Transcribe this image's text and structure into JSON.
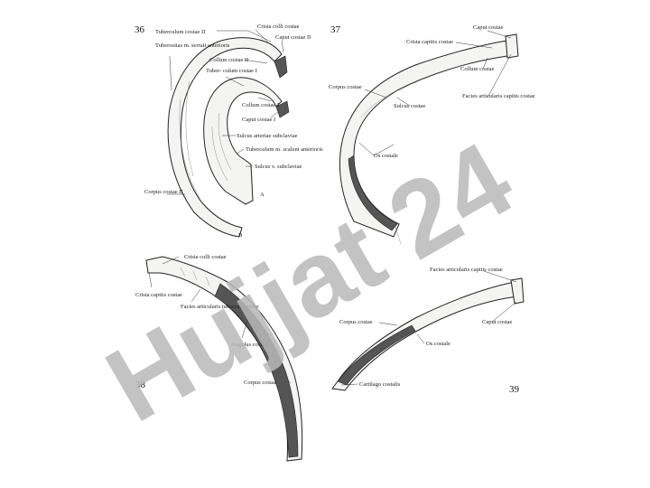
{
  "watermark": {
    "text": "Hujjat 24",
    "color_gray": "#b9b9b9",
    "color_violet": "#cfc6ef"
  },
  "figures": [
    {
      "number": "36",
      "labels": {
        "tuberculum_costae_2": "Tuberculum costae II",
        "crista_colli_costae": "Crista colli costae",
        "caput_costae_2": "Caput costae II",
        "tuberositas": "Tuberositas m. serrati anterioris",
        "collum_costae_2": "Collum costae II",
        "tuberculum_costae_1": "Tuber- culum costae I",
        "collum_costae_1": "Collum costae I",
        "caput_costae_1": "Caput costae I",
        "sulcus_a_subclaviae": "Sulcus arteriae subclaviae",
        "tuberculum_scaleni": "Tuberculum m. scaleni anterioris",
        "sulcus_v_subclaviae": "Sulcus v. subclaviae",
        "corpus_costae_2": "Corpus costae II",
        "letter_a": "A",
        "letter_b": "B"
      }
    },
    {
      "number": "37",
      "labels": {
        "caput_costae": "Caput costae",
        "crista_capitis_costae": "Crista capitis costae",
        "collum_costae": "Collum costae",
        "corpus_costae": "Corpus costae",
        "sulcus_costae": "Sulcus costae",
        "facies_articularis": "Facies articularis capitis costae",
        "os_costale": "Os costale"
      }
    },
    {
      "number": "38",
      "labels": {
        "crista_colli_costae": "Crista colli costae",
        "crista_capitis_costae": "Crista capitis costae",
        "facies_tuberculi": "Facies articularis tuberculi costae",
        "angulus_costae": "Angulus costae",
        "corpus_costae": "Corpus costae"
      }
    },
    {
      "number": "39",
      "labels": {
        "facies_articularis_capitis": "Facies articularis capitis costae",
        "corpus_costae": "Corpus costae",
        "os_costale": "Os costale",
        "caput_costae": "Caput costae",
        "cartilago_costalis": "Cartilago costalis"
      }
    }
  ]
}
